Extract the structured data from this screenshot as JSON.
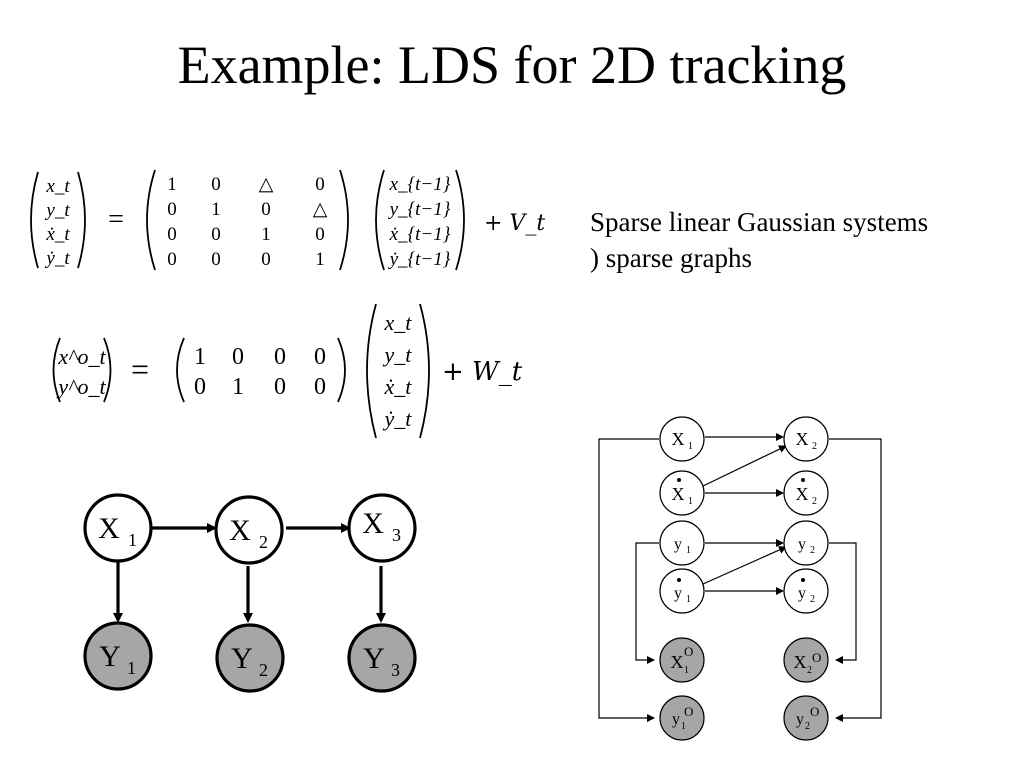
{
  "slide": {
    "title": "Example: LDS for 2D tracking",
    "sparse_text": {
      "line1": "Sparse linear Gaussian systems",
      "line2": ") sparse graphs"
    }
  },
  "equation1": {
    "lhs": [
      "x_t",
      "y_t",
      "ẋ_t",
      "ẏ_t"
    ],
    "matrix": [
      [
        "1",
        "0",
        "△",
        "0"
      ],
      [
        "0",
        "1",
        "0",
        "△"
      ],
      [
        "0",
        "0",
        "1",
        "0"
      ],
      [
        "0",
        "0",
        "0",
        "1"
      ]
    ],
    "vector": [
      "x_{t−1}",
      "y_{t−1}",
      "ẋ_{t−1}",
      "ẏ_{t−1}"
    ],
    "noise": "+ V_t"
  },
  "equation2": {
    "lhs": [
      "x^o_t",
      "y^o_t"
    ],
    "matrix": [
      [
        "1",
        "0",
        "0",
        "0"
      ],
      [
        "0",
        "1",
        "0",
        "0"
      ]
    ],
    "vector": [
      "x_t",
      "y_t",
      "ẋ_t",
      "ẏ_t"
    ],
    "noise": "+ W_t"
  },
  "hmm_graph": {
    "hidden_nodes": [
      {
        "letter": "X",
        "sub": "1"
      },
      {
        "letter": "X",
        "sub": "2"
      },
      {
        "letter": "X",
        "sub": "3"
      }
    ],
    "observed_nodes": [
      {
        "letter": "Y",
        "sub": "1"
      },
      {
        "letter": "Y",
        "sub": "2"
      },
      {
        "letter": "Y",
        "sub": "3"
      }
    ],
    "observed_fill": "#a6a6a6"
  },
  "sparse_graph": {
    "nodes": {
      "x1": {
        "letter": "X",
        "sub": "1"
      },
      "x2": {
        "letter": "X",
        "sub": "2"
      },
      "xd1": {
        "letter": "X",
        "sub": "1"
      },
      "xd2": {
        "letter": "X",
        "sub": "2"
      },
      "y1": {
        "letter": "y",
        "sub": "1"
      },
      "y2": {
        "letter": "y",
        "sub": "2"
      },
      "yd1": {
        "letter": "y",
        "sub": "1"
      },
      "yd2": {
        "letter": "y",
        "sub": "2"
      },
      "xo1": {
        "letter": "X",
        "sub": "1",
        "sup": "O"
      },
      "xo2": {
        "letter": "X",
        "sub": "2",
        "sup": "O"
      },
      "yo1": {
        "letter": "y",
        "sub": "1",
        "sup": "O"
      },
      "yo2": {
        "letter": "y",
        "sub": "2",
        "sup": "O"
      }
    },
    "observed_fill": "#a6a6a6"
  }
}
